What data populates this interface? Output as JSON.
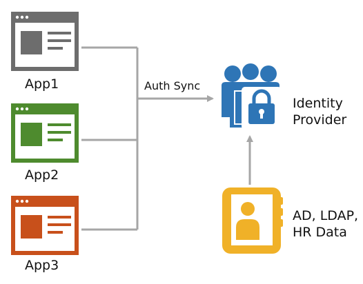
{
  "apps": [
    {
      "label": "App1",
      "color": "#6d6d6d"
    },
    {
      "label": "App2",
      "color": "#4e8b2e"
    },
    {
      "label": "App3",
      "color": "#c8501b"
    }
  ],
  "connector_label": "Auth Sync",
  "identity_provider": {
    "label_line1": "Identity",
    "label_line2": "Provider",
    "color": "#2e75b6"
  },
  "directory": {
    "label_line1": "AD, LDAP,",
    "label_line2": "HR Data",
    "color": "#f0b128"
  },
  "connector_color": "#a6a6a6"
}
